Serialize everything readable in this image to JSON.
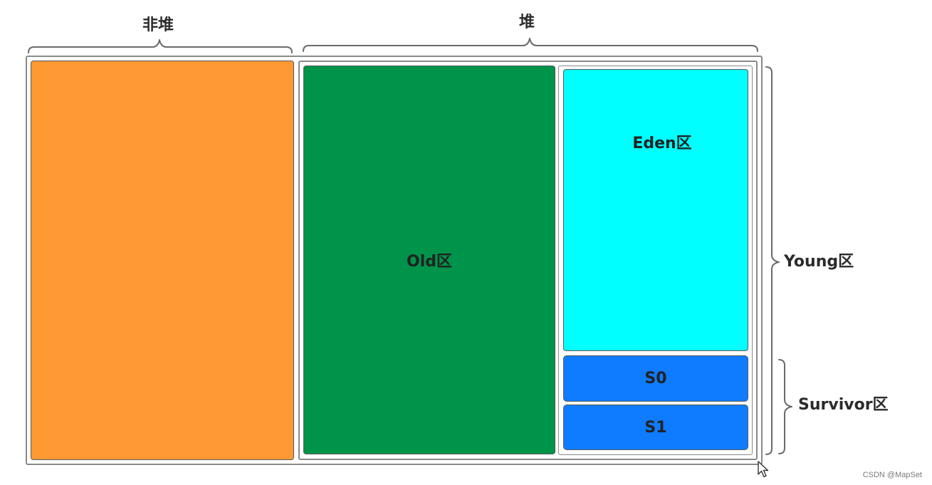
{
  "labels": {
    "non_heap": "非堆",
    "heap": "堆",
    "young": "Young区",
    "survivor": "Survivor区"
  },
  "regions": {
    "non_heap": {
      "label": "",
      "color": "#FF9933"
    },
    "old": {
      "label": "Old区",
      "color": "#00944A"
    },
    "eden": {
      "label": "Eden区",
      "color": "#00FFFF"
    },
    "s0": {
      "label": "S0",
      "color": "#0F7BFF"
    },
    "s1": {
      "label": "S1",
      "color": "#0F7BFF"
    }
  },
  "watermark": "CSDN @MapSet"
}
